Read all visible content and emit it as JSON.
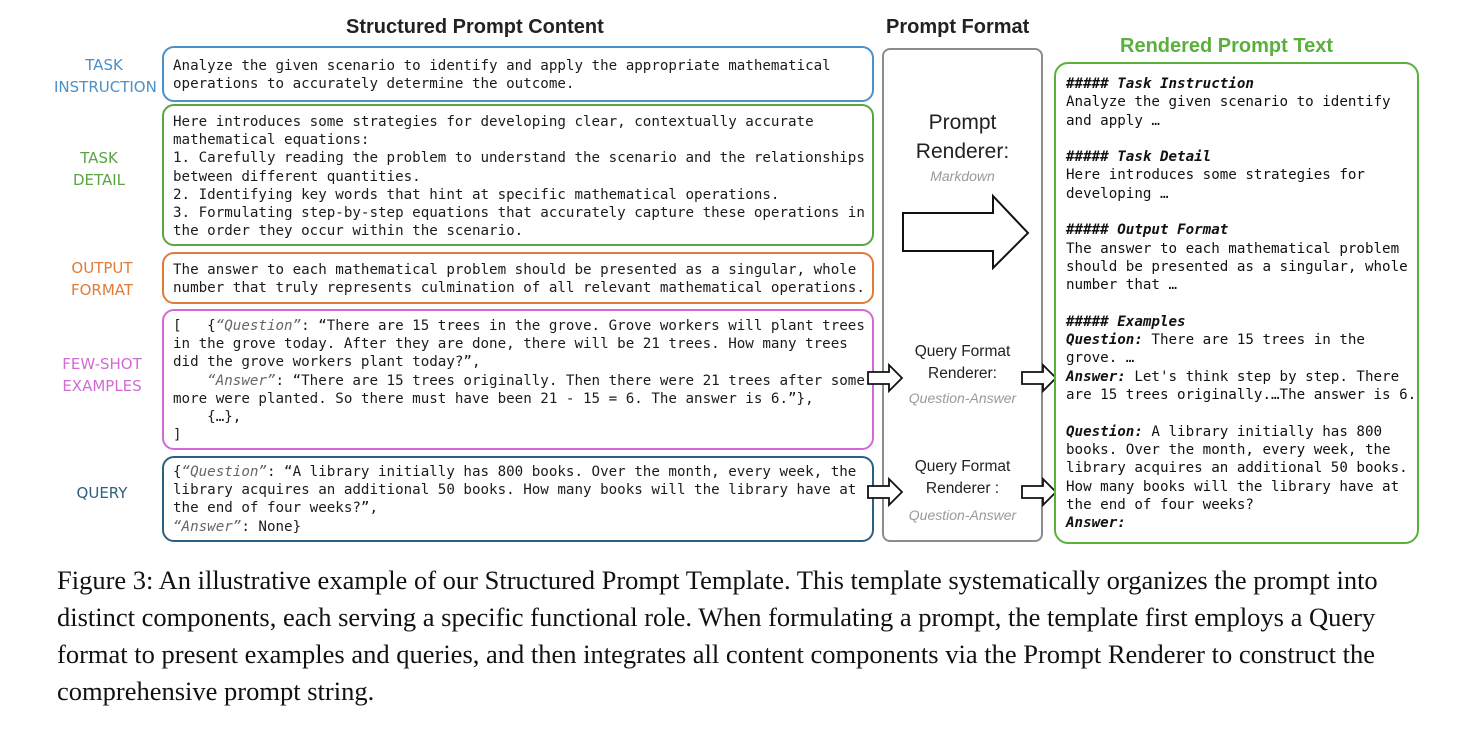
{
  "headers": {
    "content": "Structured Prompt Content",
    "format": "Prompt Format",
    "rendered": "Rendered Prompt Text"
  },
  "colors": {
    "task_instruction": "#4a90c9",
    "task_detail": "#5aa542",
    "output_format": "#e07b39",
    "few_shot": "#d26ad6",
    "query": "#2d5f80",
    "rendered": "#5ab03c",
    "format_box": "#8c8c8c"
  },
  "labels": {
    "task_instruction": [
      "TASK",
      "INSTRUCTION"
    ],
    "task_detail": [
      "TASK",
      "DETAIL"
    ],
    "output_format": [
      "OUTPUT",
      "FORMAT"
    ],
    "few_shot": [
      "FEW-SHOT",
      "EXAMPLES"
    ],
    "query": "QUERY"
  },
  "content": {
    "task_instruction": [
      "Analyze the given scenario to identify and apply the appropriate mathematical",
      "operations to accurately determine the outcome."
    ],
    "task_detail": [
      "Here introduces some strategies for developing clear, contextually accurate",
      "mathematical equations:",
      "1. Carefully reading the problem to understand the scenario and the relationships",
      "between different quantities.",
      "2. Identifying key words that hint at specific mathematical operations.",
      "3. Formulating step-by-step equations that accurately capture these operations in",
      "the order they occur within the scenario."
    ],
    "output_format": [
      "The answer to each mathematical problem should be presented as a singular, whole",
      "number that truly represents culmination of all relevant mathematical operations."
    ],
    "few_shot": {
      "open": "[   {",
      "q_key": "“Question”",
      "q_line1": ": “There are 15 trees in the grove. Grove workers will plant trees",
      "q_line2": "in the grove today. After they are done, there will be 21 trees. How many trees",
      "q_line3": "did the grove workers plant today?”,",
      "a_key": "“Answer”",
      "a_line1": ": “There are 15 trees originally. Then there were 21 trees after some",
      "a_line2": "more were planted. So there must have been 21 - 15 = 6. The answer is 6.”},",
      "ellipsis": "    {…},",
      "close": "]"
    },
    "query": {
      "open": "{",
      "q_key": "“Question”",
      "q_line1": ": “A library initially has 800 books. Over the month, every week, the",
      "q_line2": "library acquires an additional 50 books. How many books will the library have at",
      "q_line3": "the end of four weeks?”,",
      "a_key": "“Answer”",
      "a_rest": ": None}"
    }
  },
  "format": {
    "prompt_renderer": [
      "Prompt",
      "Renderer:"
    ],
    "prompt_renderer_sub": "Markdown",
    "query_renderer_1": [
      "Query Format",
      "Renderer:"
    ],
    "query_renderer_2": [
      "Query Format",
      "Renderer :"
    ],
    "query_renderer_sub": "Question-Answer"
  },
  "rendered": {
    "h1": "##### Task Instruction",
    "t1": [
      "Analyze the given scenario to identify",
      "and apply …"
    ],
    "h2": "##### Task Detail",
    "t2": [
      "Here introduces some strategies for",
      "developing …"
    ],
    "h3": "##### Output Format",
    "t3": [
      "The answer to each mathematical problem",
      "should be presented as a singular, whole",
      "number that …"
    ],
    "h4": "##### Examples",
    "q_label": "Question:",
    "a_label": "Answer:",
    "ex_q": [
      " There are 15 trees in the",
      "grove. …"
    ],
    "ex_a": [
      " Let's think step by step. There",
      "are 15 trees originally.…The answer is 6."
    ],
    "query_q": [
      " A library initially has 800",
      "books. Over the month, every week, the",
      "library acquires an additional 50 books.",
      "How many books will the library have at",
      "the end of four weeks?"
    ]
  },
  "caption": "Figure 3: An illustrative example of our Structured Prompt Template. This template systematically organizes the prompt into distinct components, each serving a specific functional role. When formulating a prompt, the template first employs a Query format to present examples and queries, and then integrates all content components via the Prompt Renderer to construct the comprehensive prompt string."
}
